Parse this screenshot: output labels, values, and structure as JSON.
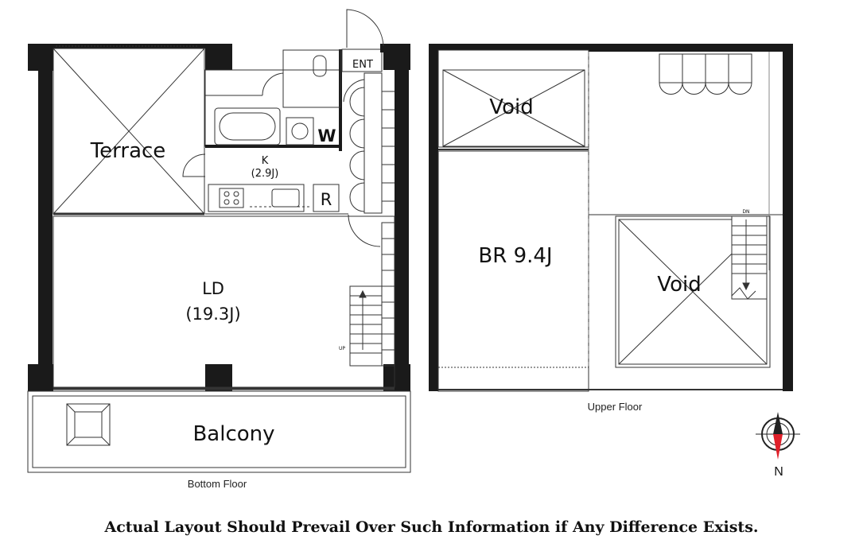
{
  "bottom_floor": {
    "caption": "Bottom Floor",
    "rooms": {
      "terrace": "Terrace",
      "entrance": "ENT",
      "washroom": "W",
      "kitchen_name": "K",
      "kitchen_size": "(2.9J)",
      "refrigerator": "R",
      "living_name": "LD",
      "living_size": "(19.3J)",
      "balcony": "Balcony",
      "stair_up": "UP"
    }
  },
  "upper_floor": {
    "caption": "Upper Floor",
    "rooms": {
      "void_top": "Void",
      "bedroom": "BR 9.4J",
      "void_right": "Void",
      "stair_down": "DN"
    }
  },
  "compass": {
    "label": "N",
    "needle_color": "#e0202a"
  },
  "disclaimer": "Actual Layout Should Prevail Over Such Information if Any Difference Exists.",
  "colors": {
    "wall": "#1a1a1a",
    "line": "#333333"
  }
}
